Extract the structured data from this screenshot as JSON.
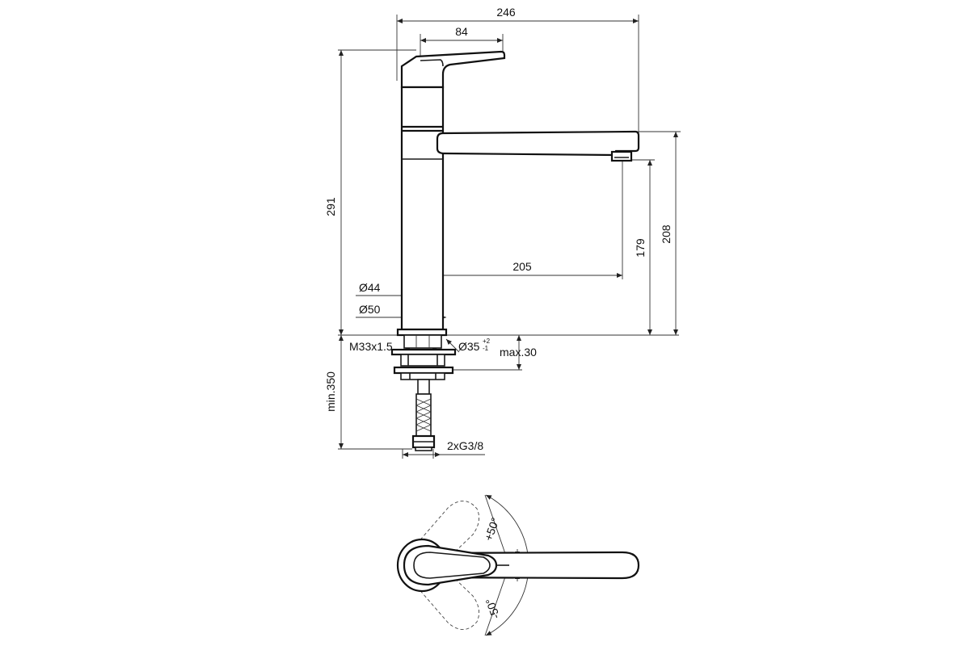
{
  "dimensions": {
    "overall_width": "246",
    "lever_length": "84",
    "total_height": "291",
    "spout_height": "208",
    "outlet_height": "179",
    "spout_reach": "205",
    "diameter_body": "Ø44",
    "diameter_base": "Ø50",
    "thread": "M33x1.5",
    "hole_diameter": "Ø35",
    "hole_tolerance_plus": "+2",
    "hole_tolerance_minus": "-1",
    "deck_thickness": "max.30",
    "hose_length": "min.350",
    "connections": "2xG3/8"
  },
  "top_view": {
    "angle_up": "+50°",
    "angle_down": "-50°"
  }
}
